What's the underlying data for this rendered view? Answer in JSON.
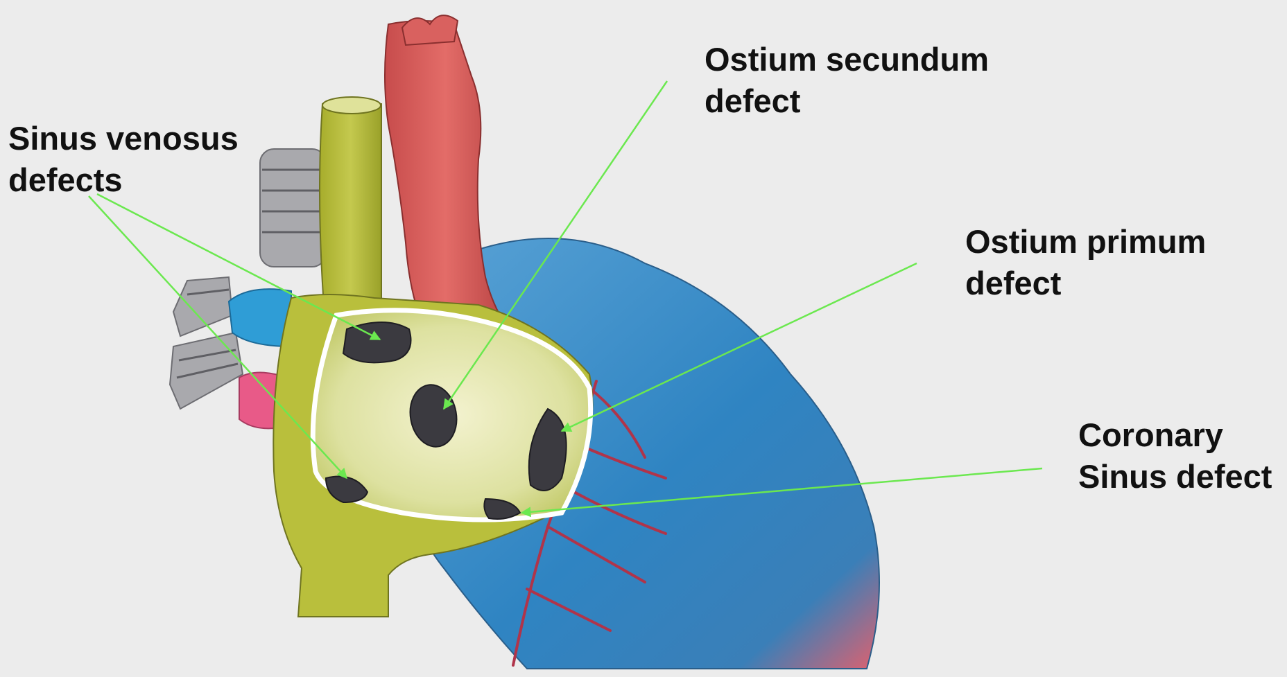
{
  "labels": {
    "sinus_venosus": {
      "line1": "Sinus venosus",
      "line2": "defects"
    },
    "ostium_secundum": {
      "line1": "Ostium secundum",
      "line2": "defect"
    },
    "ostium_primum": {
      "line1": "Ostium primum",
      "line2": "defect"
    },
    "coronary_sinus": {
      "line1": "Coronary",
      "line2": "Sinus defect"
    }
  },
  "colors": {
    "background": "#ececec",
    "arrow": "#6be84f",
    "aorta": "#d9615f",
    "vena_cava": "#b9bf3c",
    "ventricle": "#3d8fc9",
    "ventricle_tip": "#e0616e",
    "defect_hole": "#3b3a40",
    "pulmonary_vein": "#2f9dd6",
    "bronchi": "#a9a9ad"
  }
}
